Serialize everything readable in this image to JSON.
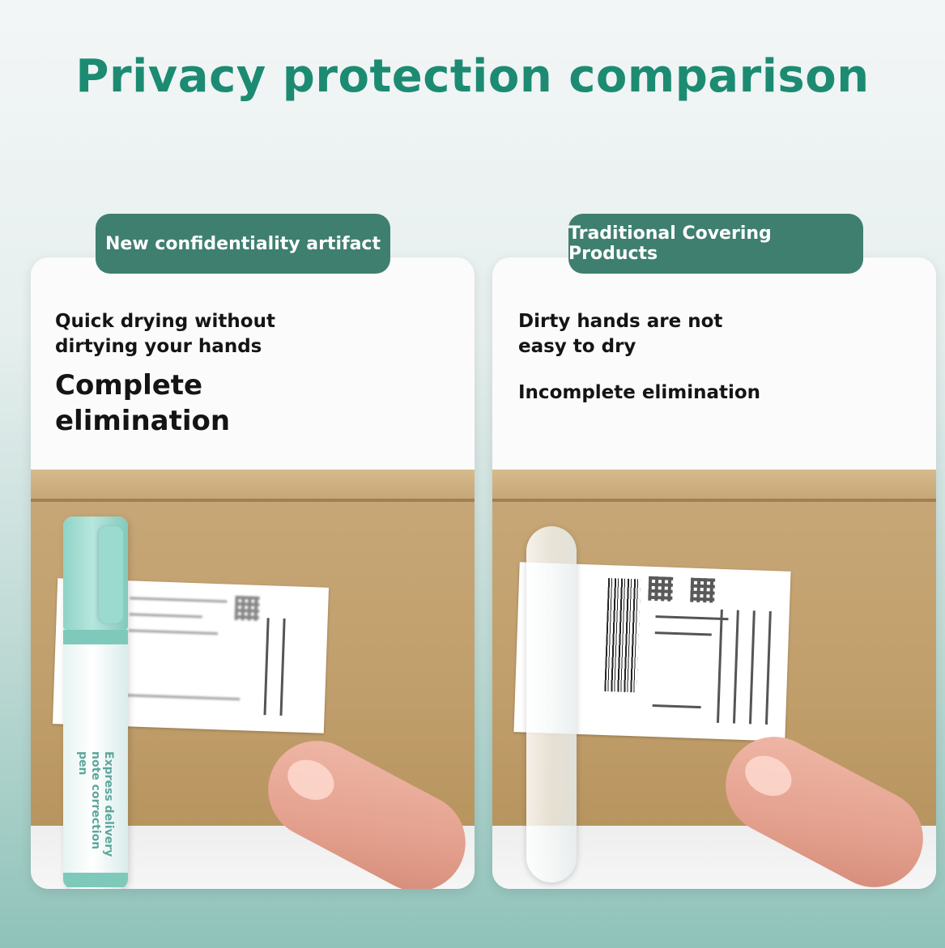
{
  "title": "Privacy protection comparison",
  "left_panel": {
    "tag": "New confidentiality artifact",
    "line1": "Quick drying without dirtying your hands",
    "line2": "Complete elimination",
    "pen_text": "Express delivery note correction pen"
  },
  "right_panel": {
    "tag": "Traditional Covering Products",
    "line1": "Dirty hands are not easy to dry",
    "line2": "Incomplete elimination"
  },
  "colors": {
    "title": "#1c8b72",
    "tag_bg": "#3e7f70",
    "pen_mint": "#8fd3c7"
  }
}
